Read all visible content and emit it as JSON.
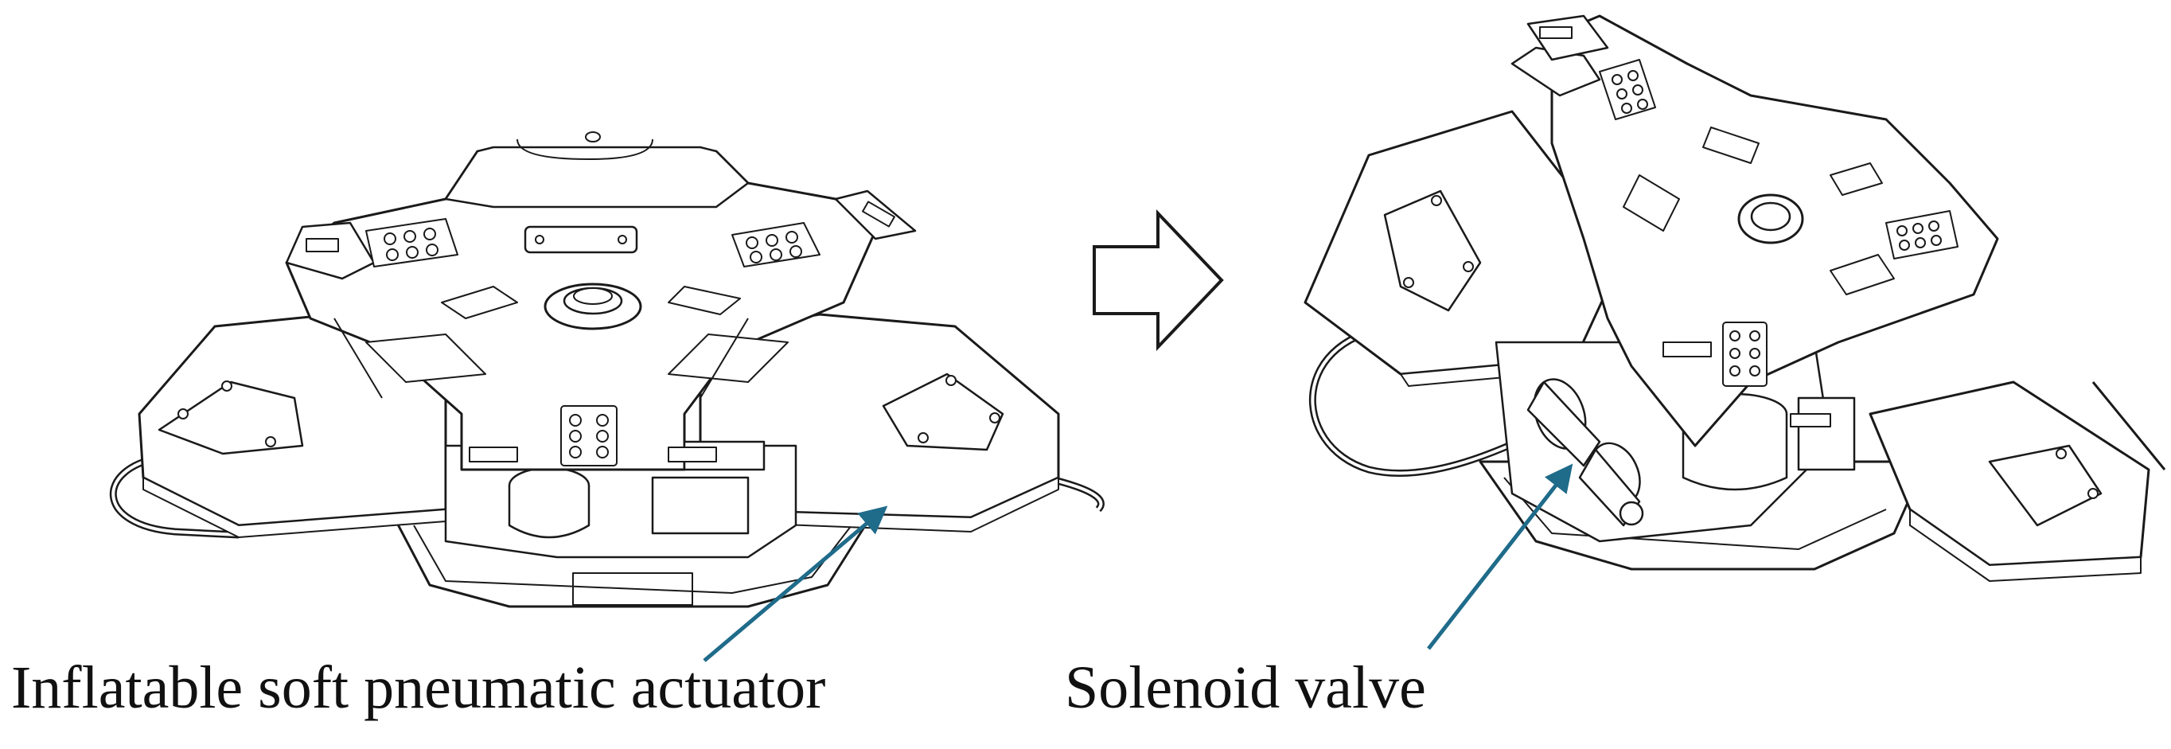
{
  "figure": {
    "labels": {
      "actuator": "Inflatable soft pneumatic actuator",
      "valve": "Solenoid valve"
    },
    "colors": {
      "line": "#1a1a1a",
      "pointer_arrow": "#1f6b8a",
      "background": "#ffffff"
    },
    "states": [
      {
        "name": "folded-device",
        "state": "closed"
      },
      {
        "name": "deployed-device",
        "state": "open"
      }
    ],
    "transition_icon": "arrow-right-outline-icon"
  }
}
